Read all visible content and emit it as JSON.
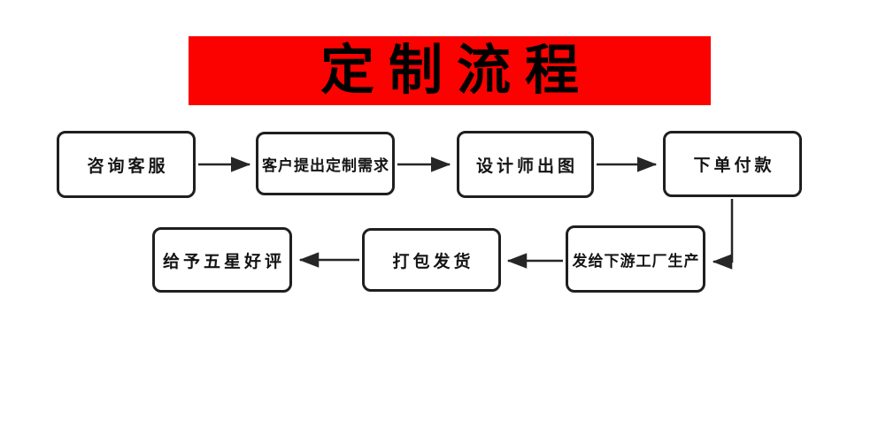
{
  "title": {
    "text": "定制流程"
  },
  "flow": {
    "steps": [
      {
        "label": "咨询客服"
      },
      {
        "label": "客户提出定制需求"
      },
      {
        "label": "设计师出图"
      },
      {
        "label": "下单付款"
      },
      {
        "label": "发给下游工厂生产"
      },
      {
        "label": "打包发货"
      },
      {
        "label": "给予五星好评"
      }
    ]
  },
  "colors": {
    "banner_red": "#fb0200",
    "title_text": "#000000",
    "box_border": "#1f1f1f",
    "box_fill": "#ffffff",
    "arrow_line": "#262626"
  }
}
